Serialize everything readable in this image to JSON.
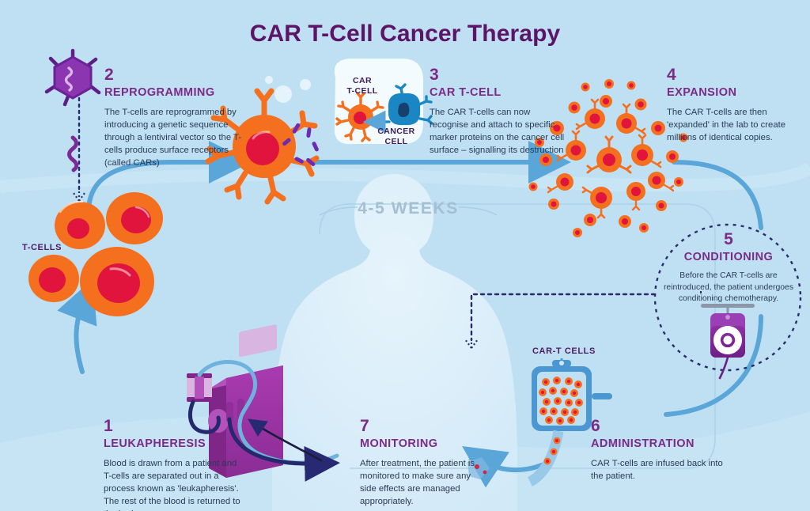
{
  "page": {
    "title": "CAR T-Cell Cancer Therapy",
    "background_color": "#bfe0f3"
  },
  "colors": {
    "background": "#bfe0f3",
    "title_purple": "#5b1466",
    "heading_purple": "#7b2a86",
    "body_text": "#2a3a55",
    "cell_orange": "#f4701f",
    "cell_nucleus": "#e0143c",
    "cancer_blue": "#1b86c4",
    "machine_purple": "#9b2fa0",
    "arrow_blue": "#5ba6d8",
    "arrow_navy": "#2a2a6e",
    "silhouette": "#d8ecf8",
    "weeks_gray": "#a4bed4"
  },
  "timeline": {
    "label": "4-5 WEEKS"
  },
  "labels": {
    "t_cells": "T-CELLS",
    "car_t_cells": "CAR-T CELLS",
    "bubble_car_t_cell": "CAR\nT-CELL",
    "bubble_car_t_cell_line1": "CAR",
    "bubble_car_t_cell_line2": "T-CELL",
    "bubble_cancer_cell_line1": "CANCER",
    "bubble_cancer_cell_line2": "CELL"
  },
  "steps": [
    {
      "number": "1",
      "heading": "LEUKAPHERESIS",
      "body": "Blood is drawn from a patient and T-cells are separated out in a process known as 'leukapheresis'. The rest of the blood is returned to the body."
    },
    {
      "number": "2",
      "heading": "REPROGRAMMING",
      "body": "The T-cells are reprogrammed by introducing a genetic sequence through a lentiviral vector so the T-cells produce surface receptors (called CARs)"
    },
    {
      "number": "3",
      "heading": "CAR T-CELL",
      "body": "The CAR T-cells can now recognise and attach to specific marker proteins on the cancer cell surface – signalling its destruction"
    },
    {
      "number": "4",
      "heading": "EXPANSION",
      "body": "The CAR T-cells are then 'expanded' in the lab to create millions of identical copies."
    },
    {
      "number": "5",
      "heading": "CONDITIONING",
      "body": "Before the CAR T-cells are reintroduced, the patient undergoes conditioning chemotherapy."
    },
    {
      "number": "6",
      "heading": "ADMINISTRATION",
      "body": "CAR T-cells are infused back into the patient."
    },
    {
      "number": "7",
      "heading": "MONITORING",
      "body": "After treatment, the patient is monitored to make sure any side effects are managed appropriately."
    }
  ],
  "icons": {
    "lentiviral_vector": "virus-icon",
    "t_cell": "t-cell-icon",
    "car_t_cell": "car-t-cell-icon",
    "cancer_cell": "cancer-cell-icon",
    "apheresis_machine": "apheresis-machine-icon",
    "chemo_bag": "chemo-iv-bag-icon",
    "radiation_symbol": "radiation-icon",
    "infusion_bag": "infusion-iv-bag-icon",
    "patient_silhouette": "patient-silhouette-icon"
  }
}
